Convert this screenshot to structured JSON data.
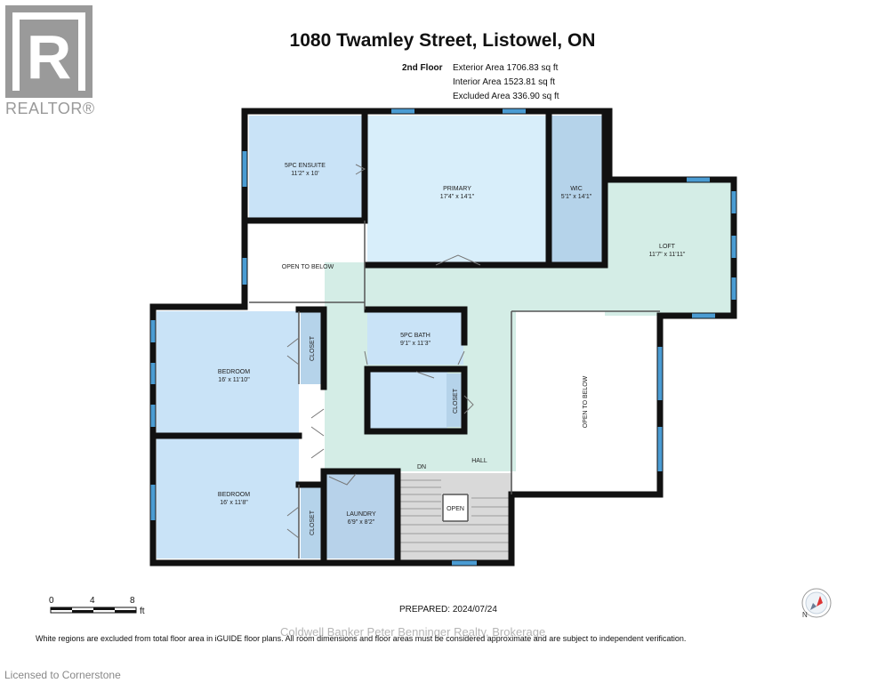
{
  "header": {
    "title": "1080 Twamley Street, Listowel, ON",
    "floor": "2nd Floor",
    "exterior_area": "Exterior Area 1706.83 sq ft",
    "interior_area": "Interior Area 1523.81 sq ft",
    "excluded_area": "Excluded Area 336.90 sq ft"
  },
  "branding": {
    "realtor": "REALTOR®"
  },
  "rooms": {
    "ensuite": {
      "name": "5PC ENSUITE",
      "dims": "11'2\" x 10'"
    },
    "primary": {
      "name": "PRIMARY",
      "dims": "17'4\" x 14'1\""
    },
    "wic": {
      "name": "WIC",
      "dims": "5'1\" x 14'1\""
    },
    "loft": {
      "name": "LOFT",
      "dims": "11'7\" x 11'11\""
    },
    "open_below_1": {
      "name": "OPEN TO BELOW"
    },
    "open_below_2": {
      "name": "OPEN TO BELOW"
    },
    "bath": {
      "name": "5PC BATH",
      "dims": "9'1\" x 11'3\""
    },
    "bedroom_1": {
      "name": "BEDROOM",
      "dims": "16' x 11'10\""
    },
    "bedroom_2": {
      "name": "BEDROOM",
      "dims": "16' x 11'8\""
    },
    "closet_1": {
      "name": "CLOSET"
    },
    "closet_2": {
      "name": "CLOSET"
    },
    "closet_3": {
      "name": "CLOSET"
    },
    "laundry": {
      "name": "LAUNDRY",
      "dims": "6'9\" x 8'2\""
    },
    "hall": {
      "name": "HALL"
    },
    "dn": {
      "name": "DN"
    },
    "open": {
      "name": "OPEN"
    }
  },
  "scale": {
    "t0": "0",
    "t4": "4",
    "t8": "8",
    "unit": "ft"
  },
  "footer": {
    "prepared": "PREPARED: 2024/07/24",
    "watermark": "Coldwell Banker Peter Benninger Realty, Brokerage",
    "disclaimer": "White regions are excluded from total floor area in iGUIDE floor plans. All room dimensions and floor areas must be considered approximate and are subject to independent verification.",
    "licensed": "Licensed to Cornerstone"
  },
  "colors": {
    "room_blue": "#c9e3f7",
    "wic_blue": "#b5d3ea",
    "hall_mint": "#d4ede6",
    "laundry_blue": "#b7d2ea",
    "wall": "#111111",
    "window": "#4a9cd3",
    "stairs": "#d9d9d9"
  },
  "compass": {
    "label": "N"
  }
}
